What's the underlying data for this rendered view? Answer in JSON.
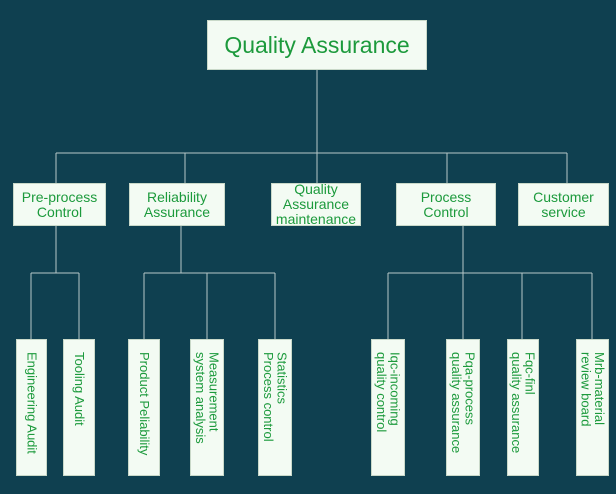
{
  "root": {
    "label": "Quality Assurance"
  },
  "categories": [
    {
      "label": "Pre-process\nControl"
    },
    {
      "label": "Reliability\nAssurance"
    },
    {
      "label": "Quality\nAssurance\nmaintenance"
    },
    {
      "label": "Process\nControl"
    },
    {
      "label": "Customer\nservice"
    }
  ],
  "leaves": [
    {
      "label": "Engineering Audit"
    },
    {
      "label": "Tooling Audit"
    },
    {
      "label": "Product Peliability"
    },
    {
      "label": "Measurement\nsystem analysis"
    },
    {
      "label": "Statistics\nProcess control"
    },
    {
      "label": "Iqc-incoming\nquality control"
    },
    {
      "label": "Pqa-process\nquality assurance"
    },
    {
      "label": "Fqc-finl\nquality assurance"
    },
    {
      "label": "Mrb-material\nreview board"
    }
  ],
  "colors": {
    "background": "#0f4050",
    "box_fill": "#f3fbf3",
    "text": "#1c9a3c",
    "connector": "#b7c8c8"
  }
}
